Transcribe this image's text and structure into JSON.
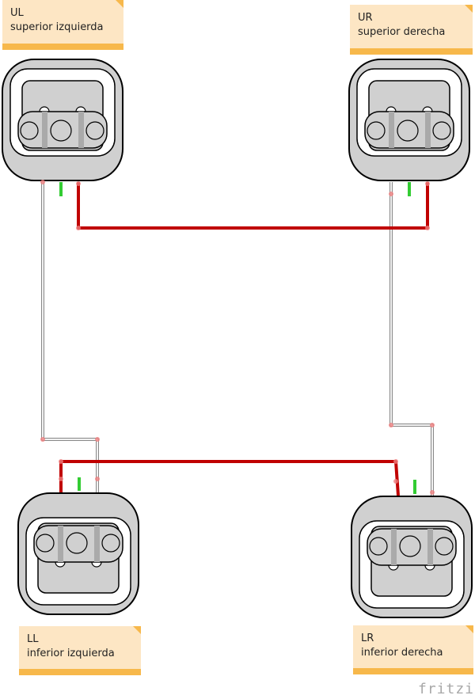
{
  "notes": {
    "ul": {
      "code": "UL",
      "label": "superior izquierda"
    },
    "ur": {
      "code": "UR",
      "label": "superior derecha"
    },
    "ll": {
      "code": "LL",
      "label": "inferior izquierda"
    },
    "lr": {
      "code": "LR",
      "label": "inferior derecha"
    }
  },
  "logo": "fritzing",
  "colors": {
    "red_wire": "#c00000",
    "white_wire": "#e8e8e8",
    "green_wire": "#33cc33",
    "note_bg": "#fde6c4",
    "note_bar": "#f7b84b",
    "cell_gray": "#d0d0d0"
  }
}
